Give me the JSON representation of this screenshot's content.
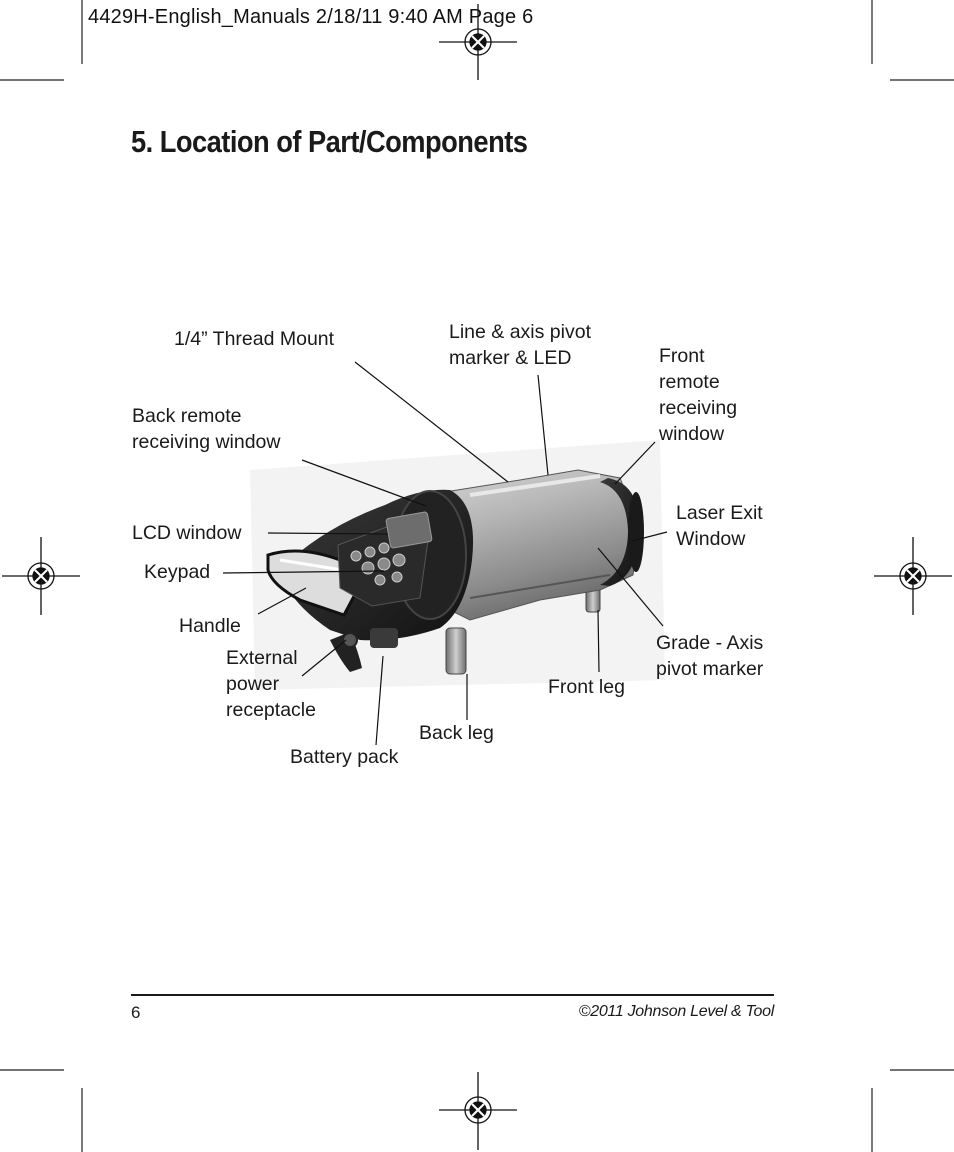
{
  "slug_line": "4429H-English_Manuals  2/18/11  9:40 AM  Page 6",
  "title": "5. Location of Part/Components",
  "labels": {
    "thread_mount": "1/4” Thread Mount",
    "line_axis_1": "Line & axis pivot",
    "line_axis_2": "marker & LED",
    "front_remote_1": "Front",
    "front_remote_2": "remote",
    "front_remote_3": "receiving",
    "front_remote_4": "window",
    "back_remote_1": "Back remote",
    "back_remote_2": "receiving window",
    "lcd_window": "LCD window",
    "keypad": "Keypad",
    "handle": "Handle",
    "external_1": "External",
    "external_2": "power",
    "external_3": "receptacle",
    "battery_pack": "Battery pack",
    "back_leg": "Back leg",
    "front_leg": "Front leg",
    "laser_exit_1": "Laser Exit",
    "laser_exit_2": "Window",
    "grade_axis_1": "Grade - Axis",
    "grade_axis_2": "pivot marker"
  },
  "footer": {
    "page_number": "6",
    "copyright": "©2011 Johnson Level & Tool"
  }
}
